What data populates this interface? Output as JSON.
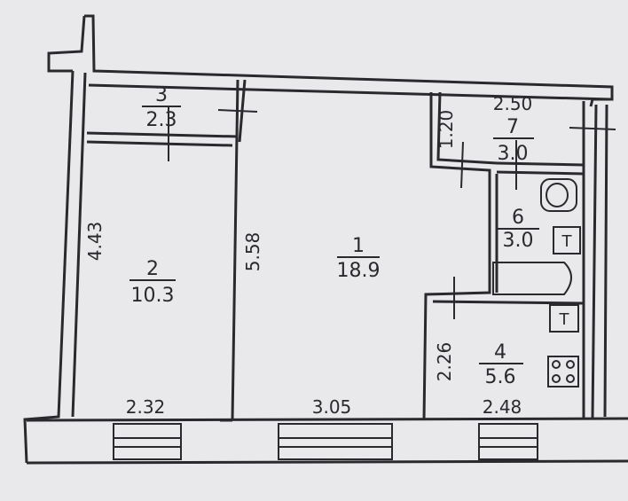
{
  "rooms": [
    {
      "id": "1",
      "number": "1",
      "area": "18.9"
    },
    {
      "id": "2",
      "number": "2",
      "area": "10.3"
    },
    {
      "id": "3",
      "number": "3",
      "area": "2.3"
    },
    {
      "id": "4",
      "number": "4",
      "area": "5.6"
    },
    {
      "id": "6",
      "number": "6",
      "area": "3.0"
    },
    {
      "id": "7",
      "number": "7",
      "area": "3.0"
    }
  ],
  "dimensions": {
    "room2_width": "2.32",
    "room2_length": "4.43",
    "room1_width": "3.05",
    "room1_length": "5.58",
    "room4_width": "2.48",
    "room4_length": "2.26",
    "room7_width": "2.50",
    "room7_length": "1.20"
  },
  "fixtures": {
    "radiator_marker": "T"
  }
}
